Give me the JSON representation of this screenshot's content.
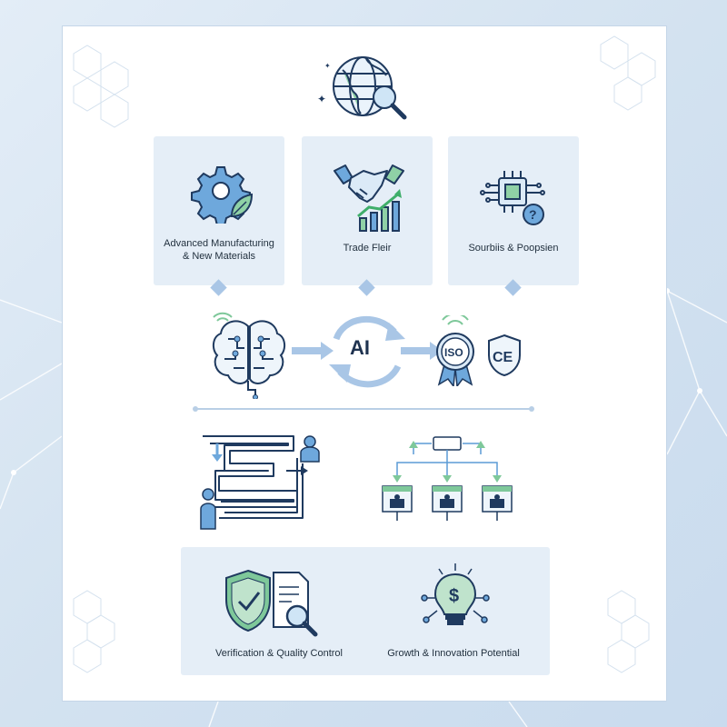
{
  "categories": [
    {
      "label": "Advanced Manufacturing\n& New Materials",
      "icon": "gear-leaf-icon"
    },
    {
      "label": "Trade Fleir",
      "icon": "handshake-growth-icon"
    },
    {
      "label": "Sourbiis & Poopsien",
      "icon": "chip-question-icon"
    }
  ],
  "center": {
    "label": "AI",
    "left_icon": "ai-brain-icon",
    "right_icons": [
      "iso-badge-icon",
      "ce-mark-icon"
    ]
  },
  "outcomes": [
    {
      "label": "Verification & Quality Control",
      "icon": "shield-document-icon"
    },
    {
      "label": "Growth & Innovation Potential",
      "icon": "lightbulb-dollar-icon"
    }
  ],
  "colors": {
    "navy": "#1f3a5f",
    "accent_blue": "#5b9bd5",
    "accent_green": "#7ec89a",
    "panel": "#e5eef7",
    "light_blue": "#a9c6e6"
  }
}
